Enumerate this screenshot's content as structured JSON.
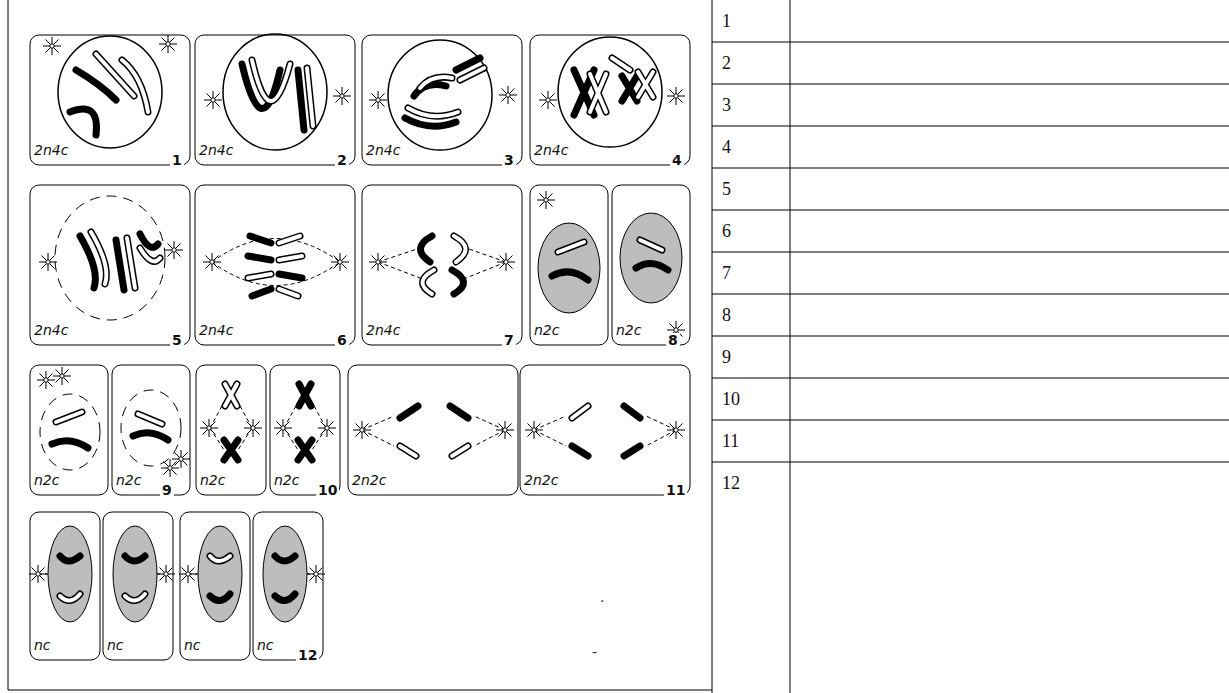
{
  "diagram": {
    "labels": [
      "2n4c",
      "1",
      "2n4c",
      "2",
      "2n4c",
      "3",
      "2n4c",
      "4",
      "2n4c",
      "5",
      "2n4c",
      "6",
      "2n4c",
      "7",
      "n2c",
      "n2c",
      "8",
      "n2c",
      "n2c",
      "9",
      "n2c",
      "n2c",
      "10",
      "2n2c",
      "2n2c",
      "11",
      "nc",
      "nc",
      "nc",
      "nc",
      "12",
      ".",
      "-",
      "1",
      "2",
      "3",
      "4",
      "5",
      "6",
      "7",
      "8",
      "9",
      "10",
      "11",
      "12"
    ]
  }
}
